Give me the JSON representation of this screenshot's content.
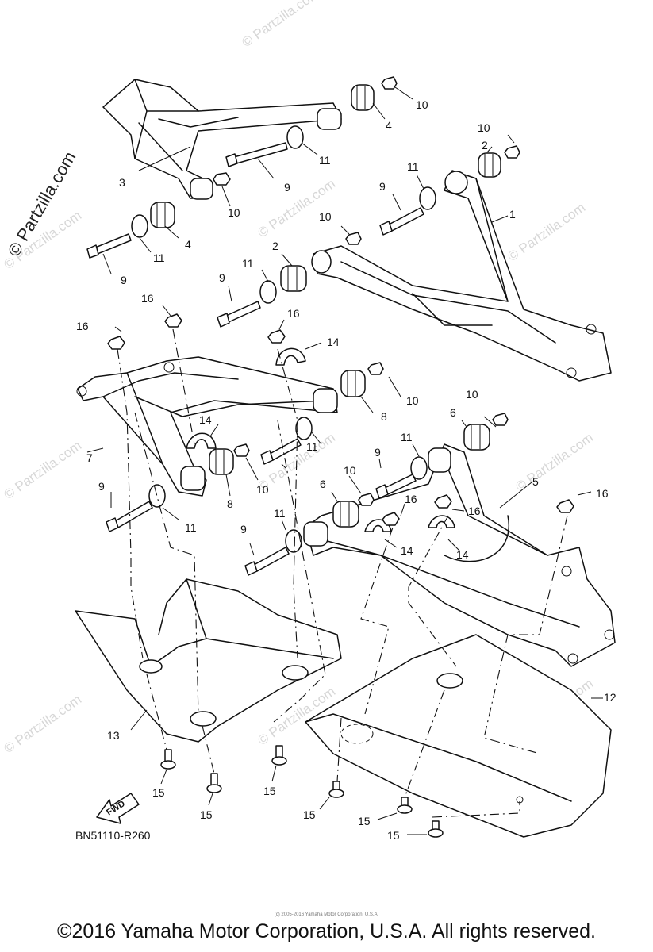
{
  "diagram": {
    "watermark_main": "© Partzilla.com",
    "watermark_repeat": "© Partzilla.com",
    "diagram_code": "BN51110-R260",
    "fwd_label": "FWD",
    "callouts": [
      "1",
      "2",
      "2",
      "3",
      "4",
      "4",
      "5",
      "6",
      "6",
      "7",
      "8",
      "8",
      "9",
      "9",
      "9",
      "9",
      "9",
      "9",
      "9",
      "10",
      "10",
      "10",
      "10",
      "10",
      "10",
      "10",
      "10",
      "11",
      "11",
      "11",
      "11",
      "11",
      "11",
      "11",
      "11",
      "12",
      "13",
      "14",
      "14",
      "14",
      "14",
      "15",
      "15",
      "15",
      "15",
      "15",
      "15",
      "16",
      "16",
      "16",
      "16",
      "16",
      "16"
    ]
  },
  "footer": {
    "copyright": "©2016 Yamaha Motor Corporation, U.S.A. All rights reserved.",
    "copyright_small": "(c) 2005-2016 Yamaha Motor Corporation, U.S.A."
  }
}
